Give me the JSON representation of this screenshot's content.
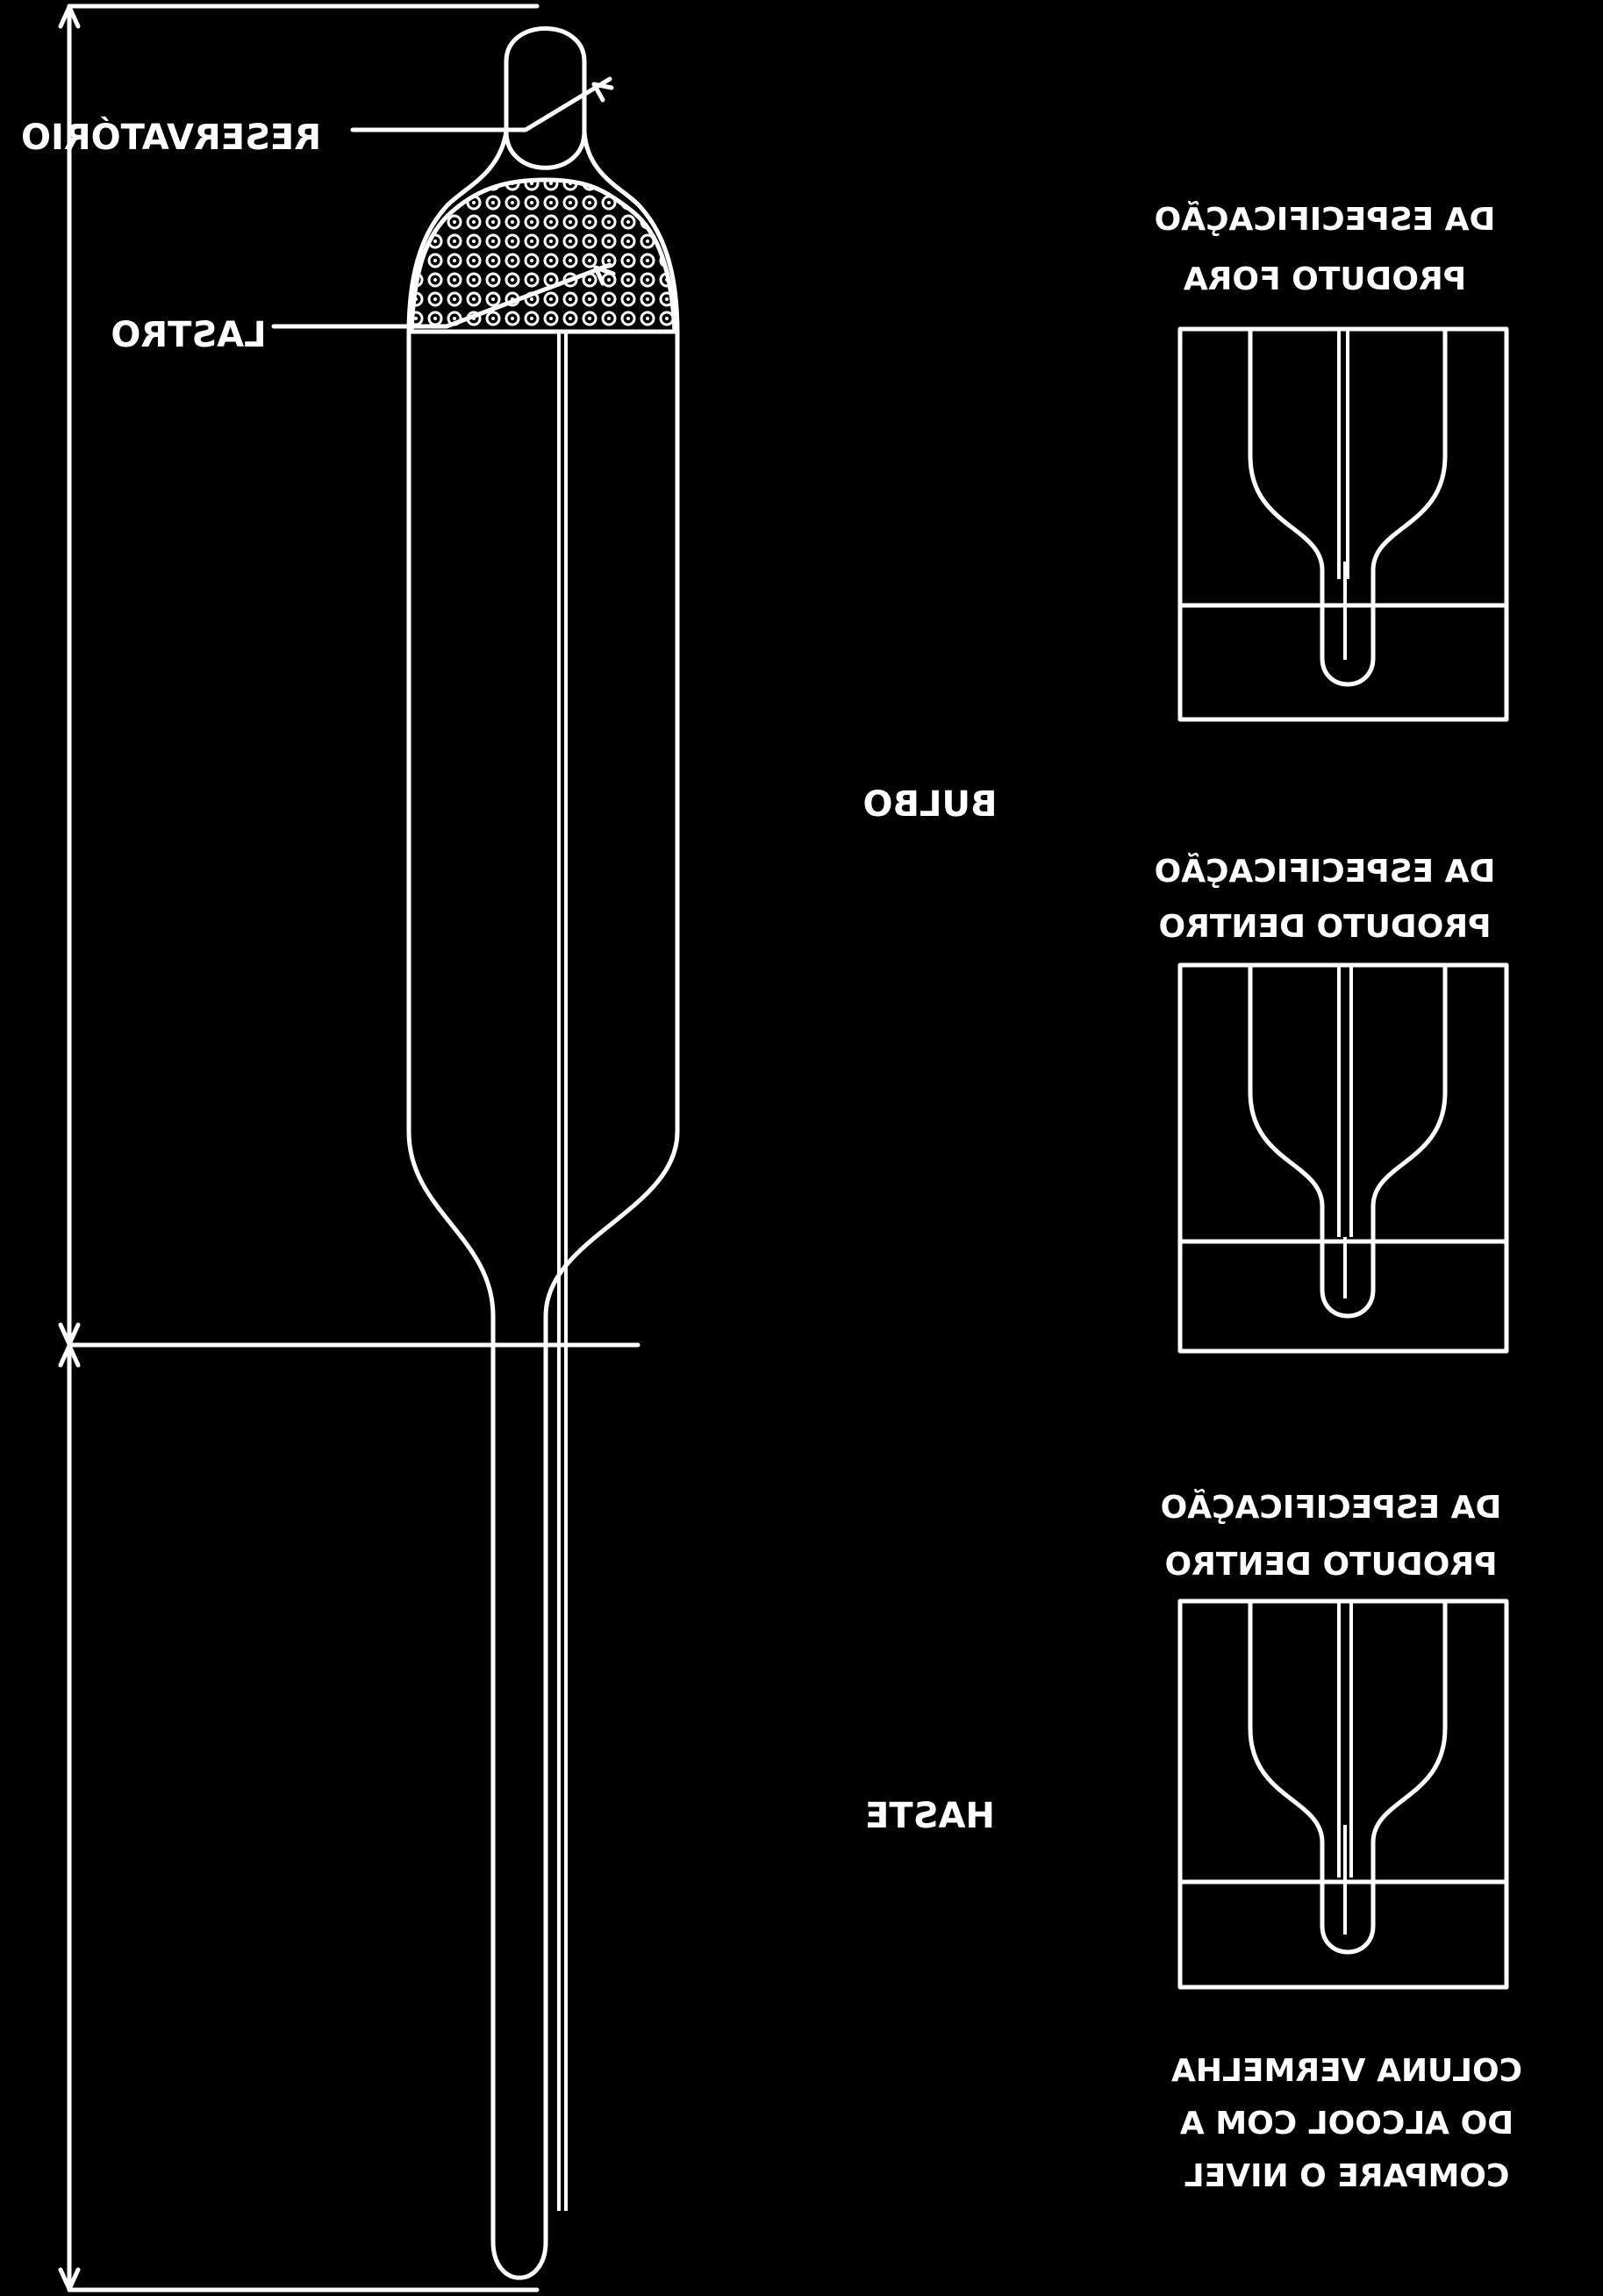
{
  "diagram": {
    "colors": {
      "background": "#000000",
      "ink": "#ffffff"
    },
    "labels": {
      "reservoir": "RESERVATÓRIO",
      "ballast": "LASTRO",
      "bulb": "BULBO",
      "stem": "HASTE"
    },
    "panels": [
      {
        "line1": "PRODUTO FORA",
        "line2": "DA ESPECIFICAÇÃO",
        "column_level": "above-neck"
      },
      {
        "line1": "PRODUTO DENTRO",
        "line2": "DA ESPECIFICAÇÃO",
        "column_level": "at-neck"
      },
      {
        "line1": "PRODUTO DENTRO",
        "line2": "DA ESPECIFICAÇÃO",
        "column_level": "at-neck"
      }
    ],
    "instruction": {
      "line1": "COMPARE O NIVEL",
      "line2": "DO ALCOOL COM A",
      "line3": "COLUNA VERMELHA"
    }
  }
}
